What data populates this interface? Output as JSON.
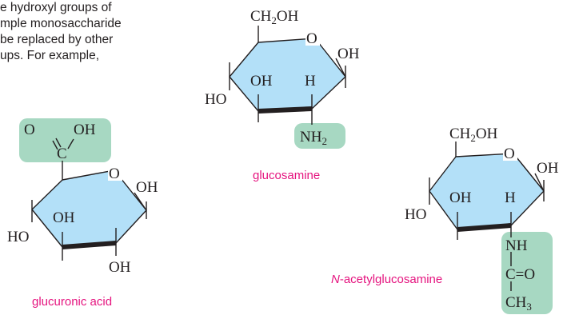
{
  "intro": {
    "lines": [
      "e hydroxyl groups of",
      "mple monosaccharide",
      " be replaced by other",
      "ups. For example,"
    ]
  },
  "glucuronic_acid": {
    "name": "glucuronic acid",
    "atoms": {
      "carbonyl_o": "O",
      "hydroxyl_top": "OH",
      "carboxyl_c": "C",
      "ring_o": "O",
      "oh_c1": "OH",
      "oh_c3": "OH",
      "ho_c4": "HO",
      "oh_c2": "OH"
    }
  },
  "glucosamine": {
    "name": "glucosamine",
    "atoms": {
      "ch2oh_ch": "CH",
      "ch2oh_sub": "2",
      "ch2oh_oh": "OH",
      "ring_o": "O",
      "oh_c1": "OH",
      "oh_c3": "OH",
      "h_c2": "H",
      "ho_c4": "HO",
      "nh2_n": "NH",
      "nh2_sub": "2"
    }
  },
  "acetylglucosamine": {
    "name_prefix": "N",
    "name_rest": "-acetylglucosamine",
    "atoms": {
      "ch2oh_ch": "CH",
      "ch2oh_sub": "2",
      "ch2oh_oh": "OH",
      "ring_o": "O",
      "oh_c1": "OH",
      "oh_c3": "OH",
      "h_c2": "H",
      "ho_c4": "HO",
      "nh": "NH",
      "carbonyl": "C=O",
      "ch3_ch": "CH",
      "ch3_sub": "3"
    }
  },
  "colors": {
    "ring_fill": "#b3e0f8",
    "highlight": "#a7d8c2",
    "label_magenta": "#e5147f",
    "ink": "#231f20"
  }
}
